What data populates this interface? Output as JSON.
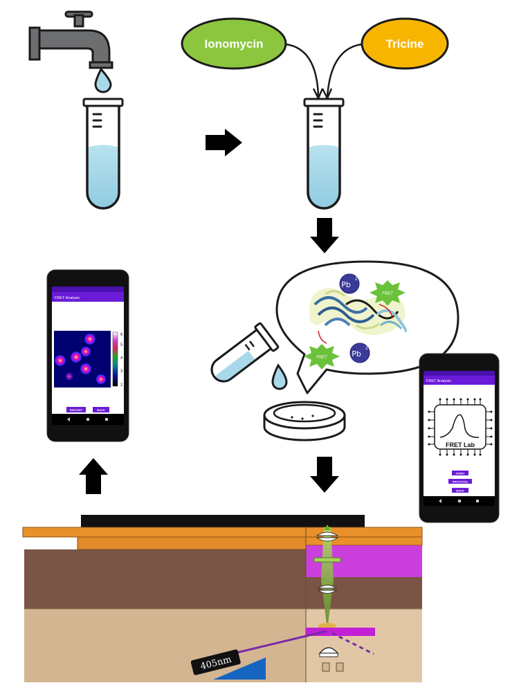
{
  "reagents": {
    "left": "Ionomycin",
    "right": "Tricine"
  },
  "lead_ion": {
    "symbol": "Pb",
    "charge": "2+"
  },
  "fret_tag": "FRET",
  "phone_left": {
    "app_title": "FRET Analysis",
    "colorbar_ticks": [
      "6",
      "5",
      "4",
      "3",
      "2"
    ],
    "buttons": {
      "restart": "RESTART",
      "back": "BACK"
    }
  },
  "phone_right": {
    "app_title": "FRET Analysis",
    "chip_label": "FRET Lab",
    "buttons": {
      "start": "START",
      "protocol": "PROTOCOL",
      "back": "BACK"
    }
  },
  "laser": {
    "wavelength": "405nm"
  },
  "colors": {
    "ionomycin": "#8cc63f",
    "tricine": "#f7b500",
    "tube_liquid": "#a8d8ea",
    "app_bar": "#6a1bd8",
    "orange_plate": "#e8902a",
    "brown_block": "#7a5444",
    "tan_block": "#d4b592",
    "magenta_filter": "#c21fd6",
    "laser_tri": "#1565c0"
  },
  "icons": [
    "faucet-icon",
    "water-drop-icon",
    "test-tube-icon",
    "arrow-icon",
    "petri-dish-icon",
    "smartphone-icon",
    "lens-icon",
    "led-icon"
  ]
}
